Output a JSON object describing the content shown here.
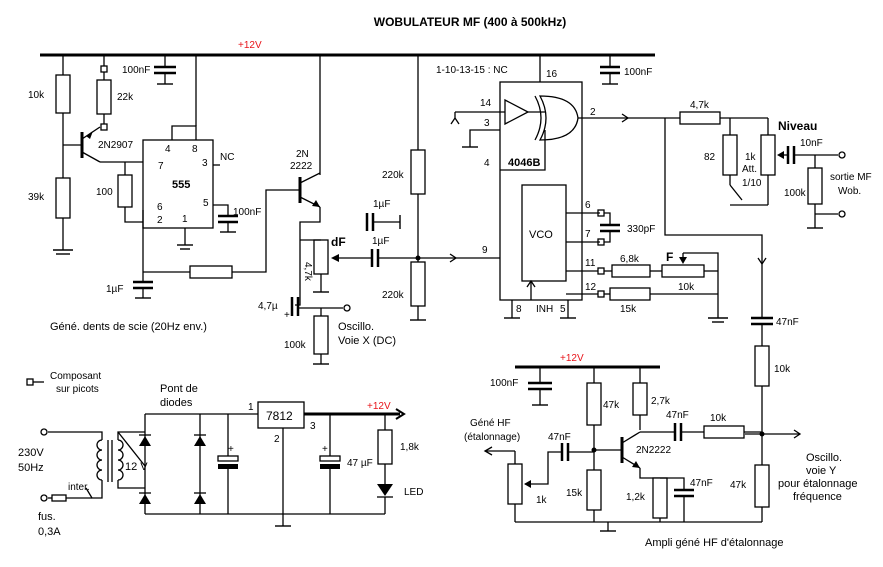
{
  "title": "WOBULATEUR  MF (400 à 500kHz)",
  "supply": "+12V",
  "labels": {
    "nc_pins": "1-10-13-15 : NC",
    "ic_4046": "4046B",
    "vco": "VCO",
    "ic_555": "555",
    "nc": "NC",
    "t1": "2N2907",
    "t2_top": "2N",
    "t2_bot": "2222",
    "t3": "2N2222",
    "df": "dF",
    "f": "F",
    "niveau": "Niveau",
    "att_top": "Att.",
    "att_bot": "1/10",
    "sortie_top": "sortie MF",
    "sortie_bot": "Wob.",
    "gene_dents": "Géné. dents de scie (20Hz env.)",
    "oscillo_x_top": "Oscillo.",
    "oscillo_x_bot": "Voie X (DC)",
    "composant_top": "Composant",
    "composant_bot": "sur picots",
    "pont_top": "Pont de",
    "pont_bot": "diodes",
    "reg": "7812",
    "mains_top": "230V",
    "mains_bot": "50Hz",
    "sec": "12 V",
    "inter": "inter.",
    "fus_top": "fus.",
    "fus_bot": "0,3A",
    "led": "LED",
    "gene_hf_top": "Géné HF",
    "gene_hf_bot": "(étalonnage)",
    "oscillo_y_1": "Oscillo.",
    "oscillo_y_2": "voie Y",
    "oscillo_y_3": "pour étalonnage",
    "oscillo_y_4": "fréquence",
    "ampli": "Ampli géné HF d'étalonnage",
    "inh": "INH"
  },
  "values": {
    "c_100n_a": "100nF",
    "c_100n_b": "100nF",
    "c_100n_c": "100nF",
    "c_100n_d": "100nF",
    "r_10k_a": "10k",
    "r_22k": "22k",
    "r_39k": "39k",
    "r_100": "100",
    "c_1u_a": "1µF",
    "r_220k_a": "220k",
    "r_220k_b": "220k",
    "c_1u_b": "1µF",
    "c_1u_c": "1µF",
    "p_4k7": "4,7k",
    "c_4u7": "4,7µ",
    "r_100k_a": "100k",
    "c_330p": "330pF",
    "r_6k8": "6,8k",
    "r_15k_a": "15k",
    "p_10k": "10k",
    "r_4k7": "4,7k",
    "r_82": "82",
    "p_1k_a": "1k",
    "c_10n": "10nF",
    "r_100k_b": "100k",
    "c_47n_a": "47nF",
    "r_10k_b": "10k",
    "r_1k8": "1,8k",
    "c_47u": "47 µF",
    "r_47k_a": "47k",
    "r_2k7": "2,7k",
    "c_47n_b": "47nF",
    "r_10k_c": "10k",
    "c_47n_c": "47nF",
    "p_1k_b": "1k",
    "r_15k_b": "15k",
    "r_1k2": "1,2k",
    "c_47n_d": "47nF",
    "r_47k_b": "47k"
  },
  "pins": {
    "p16": "16",
    "p14": "14",
    "p3": "3",
    "p4": "4",
    "p2": "2",
    "p6": "6",
    "p7": "7",
    "p9": "9",
    "p11": "11",
    "p12": "12",
    "p8": "8",
    "p5": "5",
    "t4": "4",
    "t8": "8",
    "t7": "7",
    "t3": "3",
    "t6": "6",
    "t2": "2",
    "t1": "1",
    "t5": "5",
    "r1": "1",
    "r2": "2",
    "r3": "3"
  }
}
